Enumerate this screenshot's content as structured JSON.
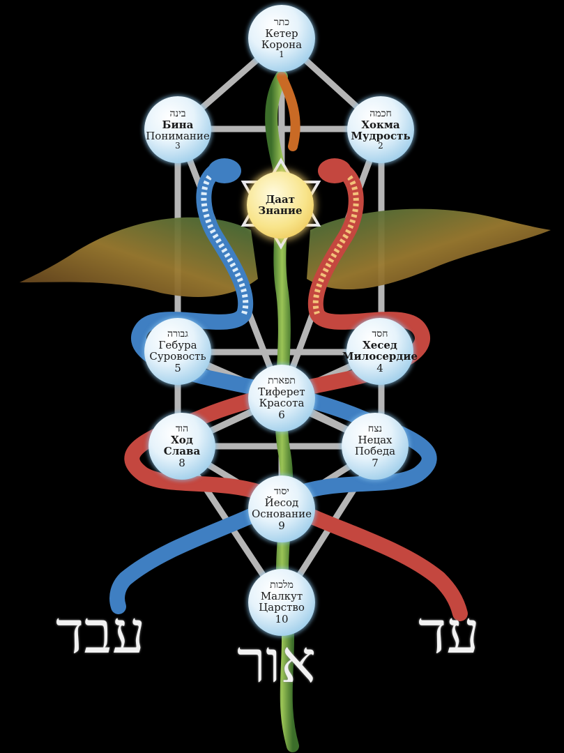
{
  "sephirot": [
    {
      "id": "keter",
      "hebrew": "כתר",
      "russian": [
        "Кетер",
        "Корона"
      ],
      "number": "1"
    },
    {
      "id": "chokhmah",
      "hebrew": "חכמה",
      "russian": [
        "Хокма",
        "Мудрость"
      ],
      "number": "2"
    },
    {
      "id": "binah",
      "hebrew": "בינה",
      "russian": [
        "Бина",
        "Понимание"
      ],
      "number": "3"
    },
    {
      "id": "daat",
      "hebrew": "",
      "russian": [
        "Даат",
        "Знание"
      ],
      "number": ""
    },
    {
      "id": "chesed",
      "hebrew": "חסד",
      "russian": [
        "Хесед",
        "Милосердие"
      ],
      "number": "4"
    },
    {
      "id": "gevurah",
      "hebrew": "גבורה",
      "russian": [
        "Гебура",
        "Суровость"
      ],
      "number": "5"
    },
    {
      "id": "tiferet",
      "hebrew": "תפארת",
      "russian": [
        "Тиферет",
        "Красота"
      ],
      "number": "6"
    },
    {
      "id": "netzach",
      "hebrew": "נצח",
      "russian": [
        "Нецах",
        "Победа"
      ],
      "number": "7"
    },
    {
      "id": "hod",
      "hebrew": "הוד",
      "russian": [
        "Ход",
        "Слава"
      ],
      "number": "8"
    },
    {
      "id": "yesod",
      "hebrew": "יסוד",
      "russian": [
        "Йесод",
        "Основание"
      ],
      "number": "9"
    },
    {
      "id": "malkhut",
      "hebrew": "מלכות",
      "russian": [
        "Малкут",
        "Царство"
      ],
      "number": "10"
    }
  ],
  "bottom_words": {
    "left": "עבד",
    "center": "אור",
    "right": "עד"
  },
  "colors": {
    "background": "#000000",
    "path": "#bdbdbd",
    "sphere": "#cfe8f7",
    "daat": "#f3d66a",
    "serpent_blue": "#3f7fc2",
    "serpent_red": "#c4473f",
    "wings": "#8a6a2a"
  },
  "icons": [
    "star-of-david-icon",
    "serpent-icon",
    "dragon-icon",
    "wing-icon"
  ]
}
